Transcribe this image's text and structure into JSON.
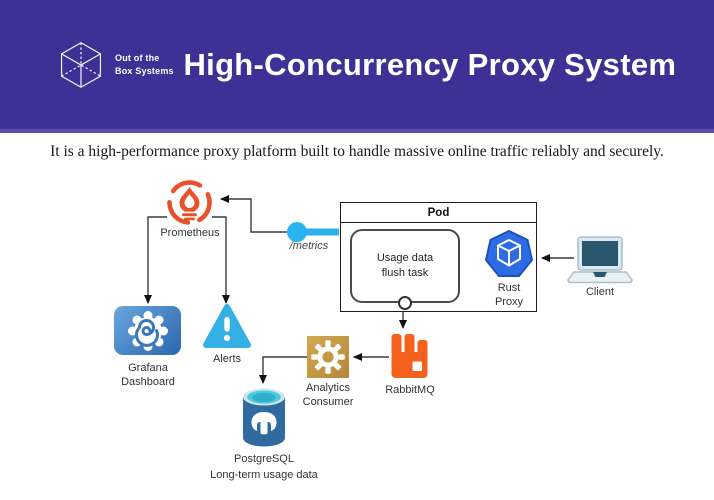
{
  "header": {
    "logo": {
      "line1": "Out of the",
      "line2": "Box Systems",
      "icon": "cube-wireframe-icon"
    },
    "title": "High-Concurrency Proxy System",
    "background_color": "#3e3094"
  },
  "subtitle": "It is a high-performance proxy platform built to handle massive online traffic reliably and securely.",
  "diagram": {
    "nodes": {
      "prometheus": {
        "label": "Prometheus",
        "icon": "prometheus-flame-icon",
        "color": "#e6522c"
      },
      "metrics_endpoint": {
        "label": "/metrics",
        "color": "#2bb3ef"
      },
      "pod": {
        "title": "Pod"
      },
      "usage_task": {
        "line1": "Usage data",
        "line2": "flush task"
      },
      "rust_proxy": {
        "line1": "Rust",
        "line2": "Proxy",
        "icon": "cube-heptagon-icon",
        "color": "#2d6ce5"
      },
      "client": {
        "label": "Client",
        "icon": "laptop-icon",
        "screen_color": "#28566f"
      },
      "grafana": {
        "line1": "Grafana",
        "line2": "Dashboard",
        "icon": "grafana-spiral-icon",
        "color": "#3d7cc9"
      },
      "alerts": {
        "label": "Alerts",
        "icon": "warning-triangle-icon",
        "color": "#35b0e5"
      },
      "analytics": {
        "line1": "Analytics",
        "line2": "Consumer",
        "icon": "gear-icon",
        "color": "#c49a43"
      },
      "rabbitmq": {
        "label": "RabbitMQ",
        "icon": "rabbitmq-icon",
        "color": "#f4611c"
      },
      "postgresql": {
        "label": "PostgreSQL",
        "sublabel": "Long-term usage data",
        "icon": "database-cylinder-icon",
        "color": "#2f6b9f"
      }
    }
  }
}
